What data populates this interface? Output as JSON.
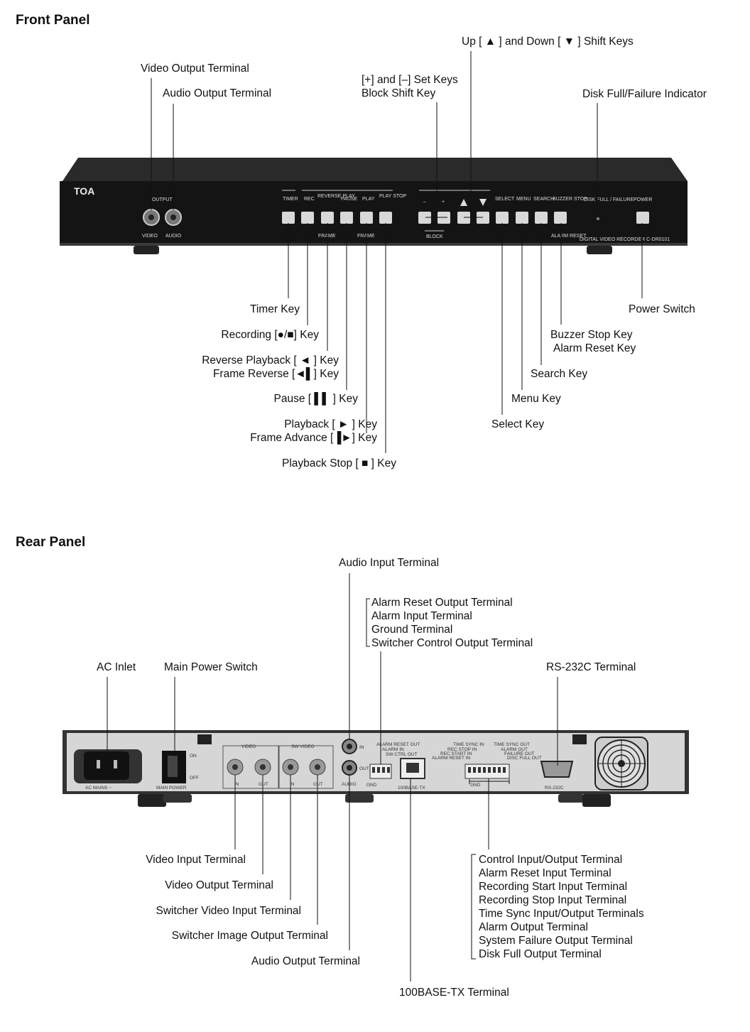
{
  "front": {
    "title": "Front Panel",
    "labels": {
      "video_output": "Video Output Terminal",
      "audio_output": "Audio Output Terminal",
      "set_keys_1": "[+] and [–] Set Keys",
      "set_keys_2": "Block Shift Key",
      "shift_keys": "Up [ ▲ ] and Down [ ▼ ] Shift Keys",
      "disk_full": "Disk Full/Failure Indicator",
      "timer_key": "Timer Key",
      "recording_key": "Recording [●/■] Key",
      "reverse_1": "Reverse Playback [ ◄ ] Key",
      "reverse_2": "Frame Reverse [◄▌] Key",
      "pause_key": "Pause [ ▌▌ ] Key",
      "playback_1": "Playback [ ► ] Key",
      "playback_2": "Frame Advance [▐►] Key",
      "stop_key": "Playback Stop [ ■ ] Key",
      "power_switch": "Power Switch",
      "buzzer_1": "Buzzer Stop Key",
      "buzzer_2": "Alarm Reset Key",
      "search_key": "Search Key",
      "menu_key": "Menu Key",
      "select_key": "Select Key"
    },
    "device": {
      "brand": "TOA",
      "output": "OUTPUT",
      "video": "VIDEO",
      "audio": "AUDIO",
      "timer": "TIMER",
      "rec": "REC",
      "reverse_play": "REVERSE PLAY",
      "pause": "PAUSE",
      "play": "PLAY",
      "play_stop": "PLAY STOP",
      "frame": "FRAME",
      "minus": "–",
      "plus": "+",
      "block": "BLOCK",
      "select": "SELECT",
      "menu": "MENU",
      "search": "SEARCH",
      "buzzer_stop": "BUZZER STOP",
      "alarm_reset": "ALARM RESET",
      "disk_full": "DISK FULL / FAILURE",
      "power": "POWER",
      "model": "DIGITAL VIDEO RECORDER C-DR0101"
    }
  },
  "rear": {
    "title": "Rear Panel",
    "labels": {
      "audio_input": "Audio Input Terminal",
      "alarm_group": [
        "Alarm Reset Output Terminal",
        "Alarm Input Terminal",
        "Ground Terminal",
        "Switcher Control Output Terminal"
      ],
      "ac_inlet": "AC Inlet",
      "main_power": "Main Power Switch",
      "rs232c": "RS-232C Terminal",
      "video_input": "Video Input Terminal",
      "video_output": "Video Output Terminal",
      "switcher_video_input": "Switcher Video Input Terminal",
      "switcher_image_output": "Switcher Image Output Terminal",
      "audio_output": "Audio Output Terminal",
      "base_tx": "100BASE-TX Terminal",
      "control_group": [
        "Control Input/Output Terminal",
        "Alarm Reset Input Terminal",
        "Recording Start Input Terminal",
        "Recording Stop Input Terminal",
        "Time Sync Input/Output Terminals",
        "Alarm Output Terminal",
        "System Failure Output Terminal",
        "Disk Full Output Terminal"
      ]
    },
    "device": {
      "ac_mains": "AC MAINS ~",
      "main_power": "MAIN POWER",
      "on": "ON",
      "off": "OFF",
      "video": "VIDEO",
      "sw_video": "SW VIDEO",
      "in": "IN",
      "out": "OUT",
      "audio": "AUDIO",
      "alarm_reset_out": "ALARM RESET OUT",
      "alarm_in": "ALARM IN",
      "sw_ctrl_out": "SW CTRL OUT",
      "gnd": "GND",
      "base_tx": "100BASE-TX",
      "time_sync_in": "TIME SYNC IN",
      "time_sync_out": "TIME SYNC OUT",
      "rec_stop_in": "REC STOP IN",
      "alarm_out": "ALARM OUT",
      "rec_start_in": "REC START IN",
      "failure_out": "FAILURE OUT",
      "alarm_reset_in": "ALARM RESET IN",
      "disc_full_out": "DISC FULL OUT",
      "rs232c": "RS-232C"
    }
  }
}
